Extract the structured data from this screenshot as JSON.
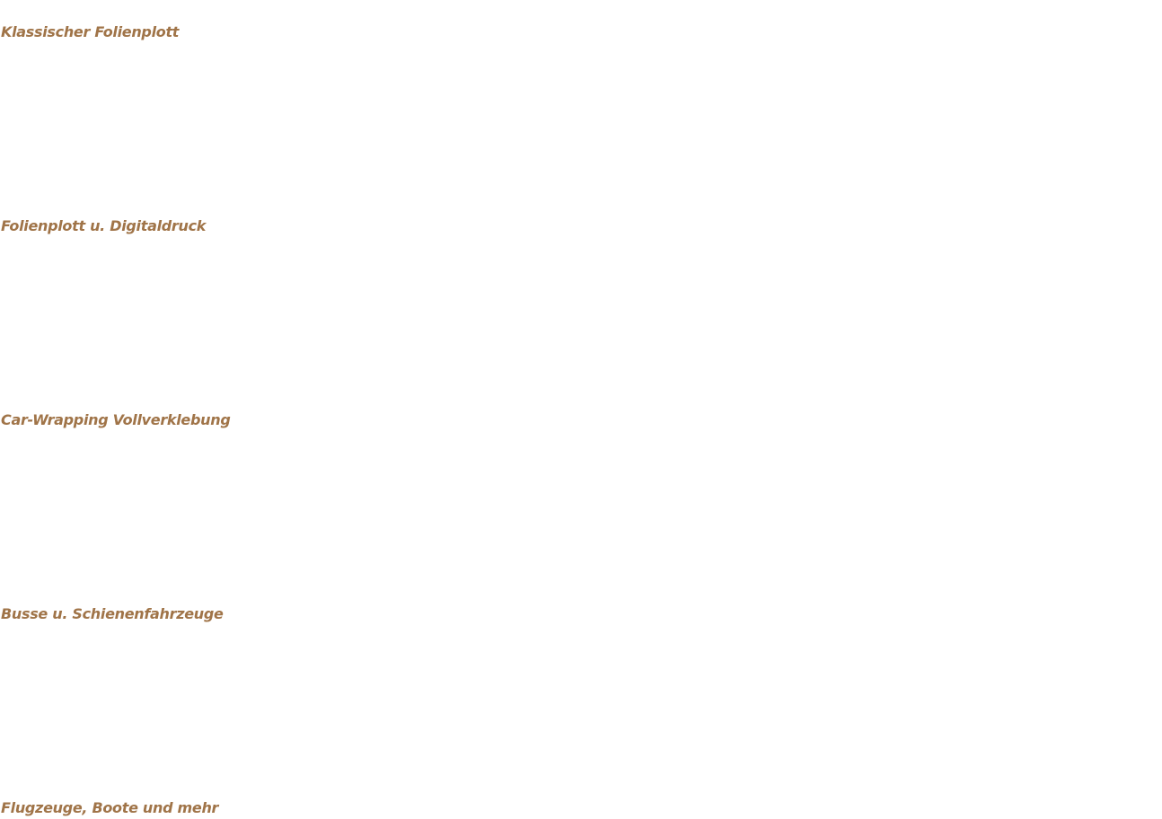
{
  "accent_color": "#a07448",
  "items": [
    {
      "label": "Klassischer Folienplott"
    },
    {
      "label": "Folienplott u. Digitaldruck"
    },
    {
      "label": "Car-Wrapping Vollverklebung"
    },
    {
      "label": "Busse u. Schienenfahrzeuge"
    },
    {
      "label": "Flugzeuge, Boote und mehr"
    }
  ]
}
